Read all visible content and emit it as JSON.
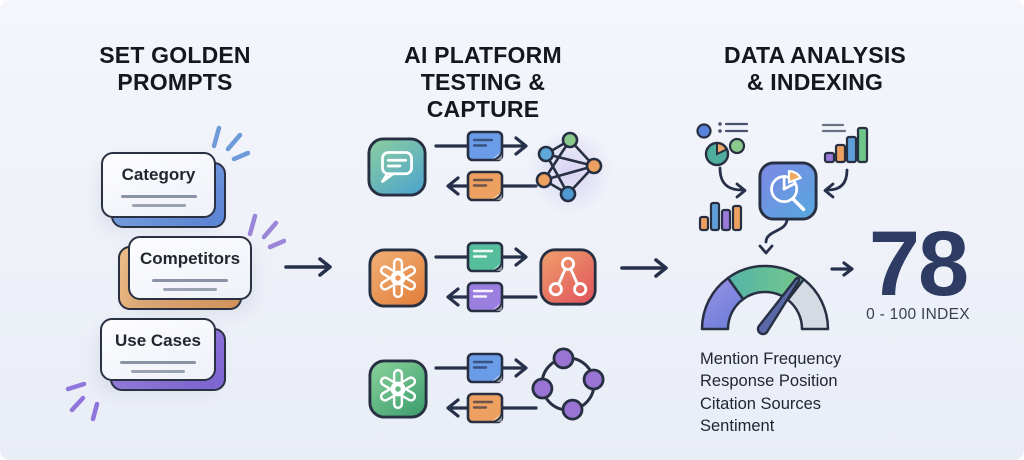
{
  "canvas": {
    "background_top": "#f4f6fb",
    "background_bottom": "#e9edf6"
  },
  "columns": {
    "prompts": {
      "title_line1": "SET GOLDEN",
      "title_line2": "PROMPTS",
      "cards": [
        {
          "label": "Category",
          "accent": "#6d9ee8"
        },
        {
          "label": "Competitors",
          "accent": "#e8a268"
        },
        {
          "label": "Use Cases",
          "accent": "#8f76dd"
        }
      ]
    },
    "testing": {
      "title_line1": "AI PLATFORM",
      "title_line2": "TESTING & CAPTURE",
      "rows": [
        {
          "platform_icon": "chat-bubble-icon",
          "request_note": "#6a9ce8",
          "response_note": "#eda05f",
          "output_icon": "network-graph-icon"
        },
        {
          "platform_icon": "openai-logo-icon",
          "request_note": "#56bd9c",
          "response_note": "#9a7fe0",
          "output_icon": "share-nodes-icon"
        },
        {
          "platform_icon": "openai-logo-icon",
          "request_note": "#6a9ce8",
          "response_note": "#eda05f",
          "output_icon": "node-cycle-icon"
        }
      ]
    },
    "analysis": {
      "title_line1": "DATA ANALYSIS",
      "title_line2": "& INDEXING",
      "score": "78",
      "scale_label": "0 - 100 INDEX",
      "metrics": [
        "Mention Frequency",
        "Response Position",
        "Citation Sources",
        "Sentiment"
      ],
      "gauge": {
        "min": 0,
        "max": 100,
        "value": 78,
        "segment_colors": [
          "#8e8ee4",
          "#5fbd8f",
          "#d6dae2"
        ]
      }
    }
  },
  "decorations": {
    "sparkles": [
      {
        "color": "#6f9bd8"
      },
      {
        "color": "#9a86d8"
      },
      {
        "color": "#8f76dd"
      }
    ]
  },
  "colors": {
    "ink": "#27304a",
    "heading": "#14171d",
    "card_border": "#2a3142",
    "card_line": "#8a93a6",
    "score_text": "#2e3c64"
  }
}
